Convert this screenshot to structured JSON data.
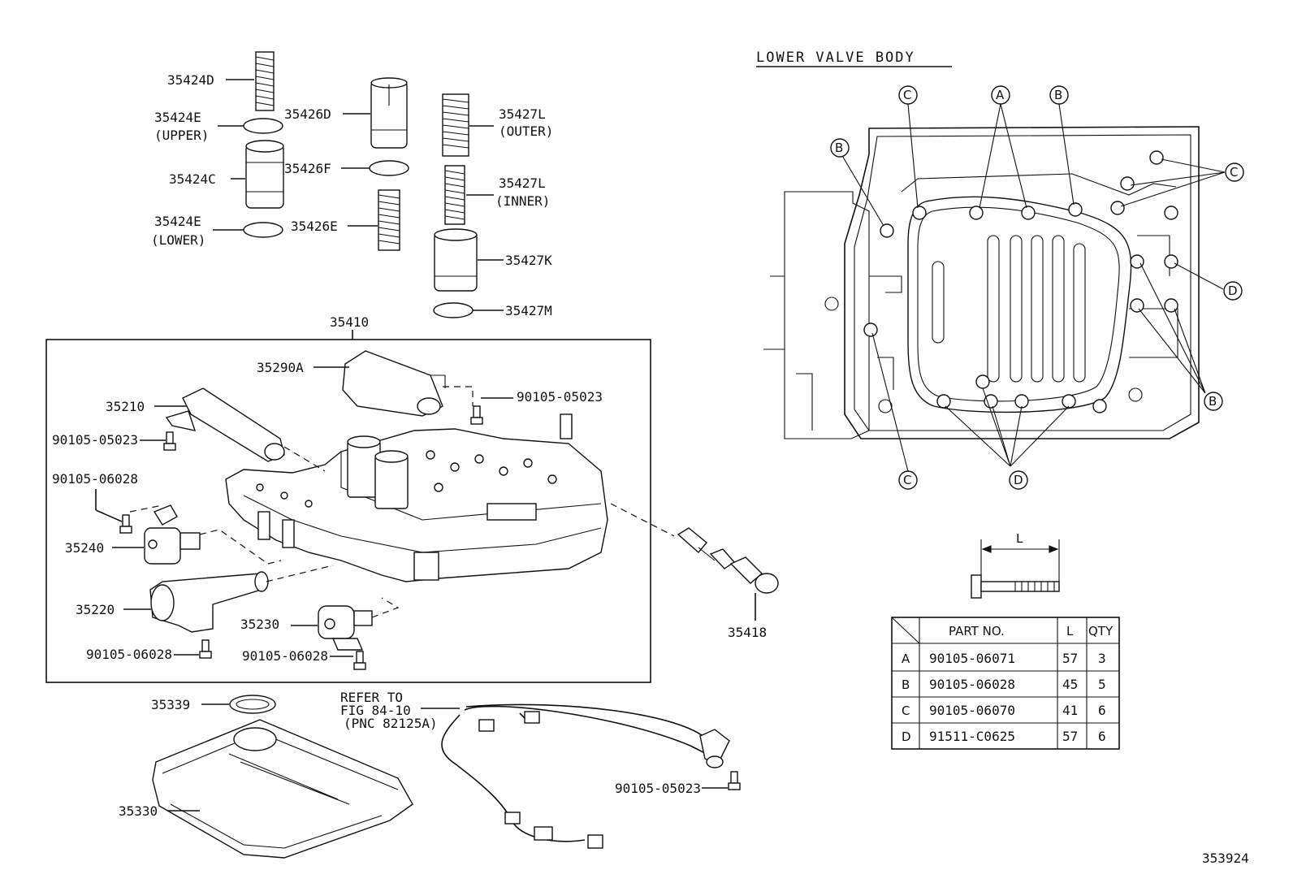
{
  "parts": {
    "p35424D": "35424D",
    "p35424E_upper": "35424E",
    "p35424E_upper_note": "(UPPER)",
    "p35424C": "35424C",
    "p35424E_lower": "35424E",
    "p35424E_lower_note": "(LOWER)",
    "p35426D": "35426D",
    "p35426F": "35426F",
    "p35426E": "35426E",
    "p35427L_outer": "35427L",
    "p35427L_outer_note": "(OUTER)",
    "p35427L_inner": "35427L",
    "p35427L_inner_note": "(INNER)",
    "p35427K": "35427K",
    "p35427M": "35427M",
    "p35410": "35410",
    "p35290A": "35290A",
    "p35210": "35210",
    "bolt_90105_05023_a": "90105-05023",
    "bolt_90105_05023_b": "90105-05023",
    "bolt_90105_06028_a": "90105-06028",
    "p35240": "35240",
    "p35220": "35220",
    "p35230": "35230",
    "bolt_90105_06028_b": "90105-06028",
    "bolt_90105_06028_c": "90105-06028",
    "p35418": "35418",
    "p35339": "35339",
    "p35330": "35330",
    "refer_line1": "REFER TO",
    "refer_line2": "FIG 84-10",
    "refer_line3": "(PNC 82125A)",
    "bolt_90105_05023_c": "90105-05023"
  },
  "lower_valve_body": {
    "title": "LOWER VALVE BODY",
    "callouts": [
      "A",
      "B",
      "C",
      "D"
    ],
    "dimension_label": "L"
  },
  "bolt_table": {
    "headers": [
      "",
      "PART NO.",
      "L",
      "QTY"
    ],
    "rows": [
      {
        "key": "A",
        "part_no": "90105-06071",
        "l": "57",
        "qty": "3"
      },
      {
        "key": "B",
        "part_no": "90105-06028",
        "l": "45",
        "qty": "5"
      },
      {
        "key": "C",
        "part_no": "90105-06070",
        "l": "41",
        "qty": "6"
      },
      {
        "key": "D",
        "part_no": "91511-C0625",
        "l": "57",
        "qty": "6"
      }
    ]
  },
  "figure_number": "353924"
}
